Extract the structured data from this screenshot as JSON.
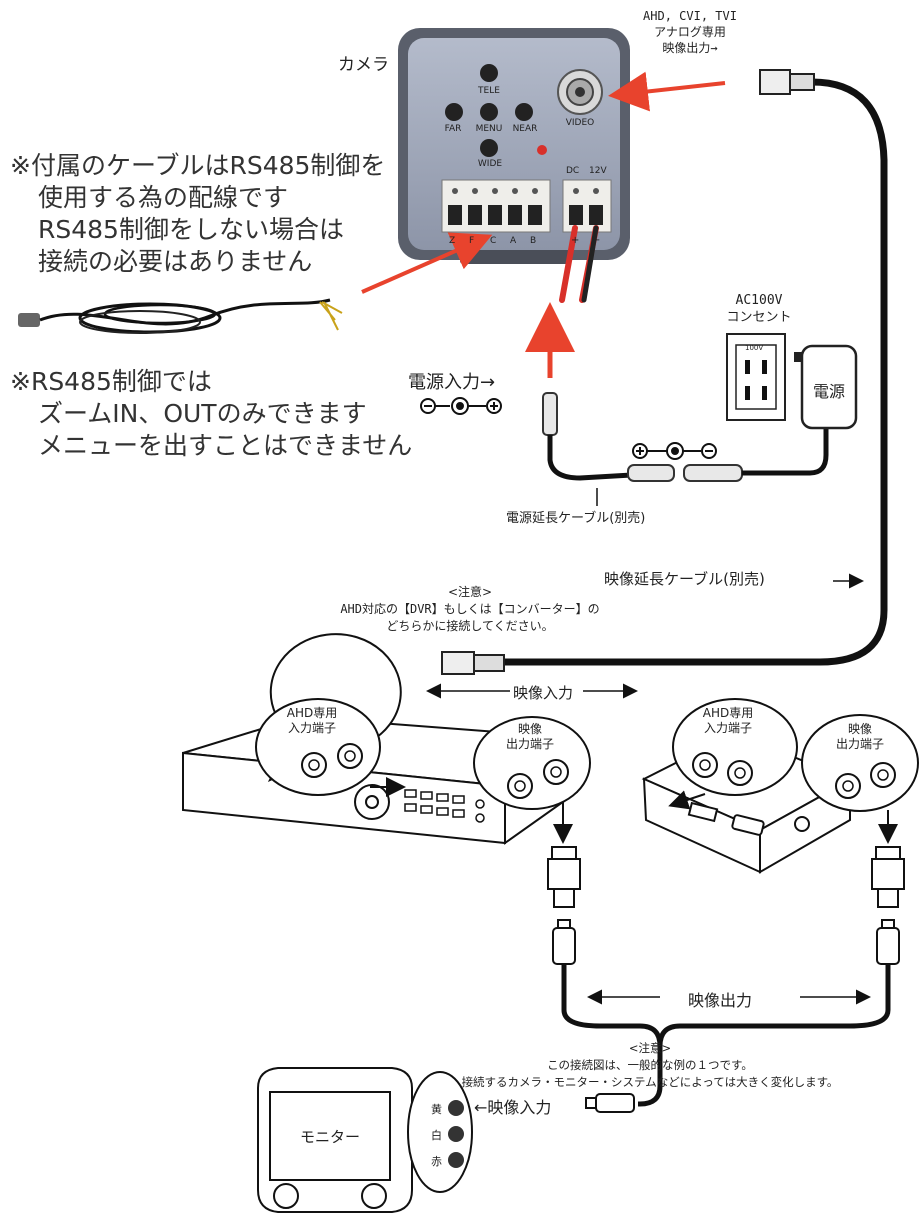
{
  "camera": {
    "label": "カメラ",
    "buttons": {
      "tele": "TELE",
      "far": "FAR",
      "menu": "MENU",
      "near": "NEAR",
      "wide": "WIDE"
    },
    "video_label": "VIDEO",
    "power_labels": {
      "dc": "DC",
      "v12": "12V",
      "plus": "+",
      "minus": "−"
    },
    "terminal_labels": [
      "Z",
      "F",
      "C",
      "A",
      "B"
    ]
  },
  "video_out_note": {
    "line1": "AHD, CVI, TVI",
    "line2": "アナログ専用",
    "line3": "映像出力→"
  },
  "cable_note": {
    "line1": "※付属のケーブルはRS485制御を",
    "line2": "使用する為の配線です",
    "line3": "RS485制御をしない場合は",
    "line4": "接続の必要はありません"
  },
  "rs485_note": {
    "line1": "※RS485制御では",
    "line2": "ズームIN、OUTのみできます",
    "line3": "メニューを出すことはできません"
  },
  "outlet": {
    "line1": "AC100V",
    "line2": "コンセント",
    "plate": "100V",
    "adapter": "電源"
  },
  "power_input_label": "電源入力→",
  "power_ext_label": "電源延長ケーブル(別売)",
  "video_ext_label": "映像延長ケーブル(別売)",
  "caution1": {
    "title": "<注意>",
    "line1": "AHD対応の【DVR】もしくは【コンバーター】の",
    "line2": "どちらかに接続してください。"
  },
  "video_input_label": "映像入力",
  "dvr_bubbles": {
    "input_l1": "AHD専用",
    "input_l2": "入力端子",
    "output_l1": "映像",
    "output_l2": "出力端子"
  },
  "conv_bubbles": {
    "input_l1": "AHD専用",
    "input_l2": "入力端子",
    "output_l1": "映像",
    "output_l2": "出力端子"
  },
  "video_output_label": "映像出力",
  "caution2": {
    "title": "<注意>",
    "line1": "この接続図は、一般的な例の１つです。",
    "line2": "接続するカメラ・モニター・システムなどによっては大きく変化します。"
  },
  "monitor": {
    "label": "モニター",
    "input_label": "←映像入力",
    "jacks": [
      "黄",
      "白",
      "赤"
    ]
  },
  "colors": {
    "arrow_red": "#e8432d",
    "cable": "#1a1a1a",
    "camera_face": "#9aa3b8"
  }
}
